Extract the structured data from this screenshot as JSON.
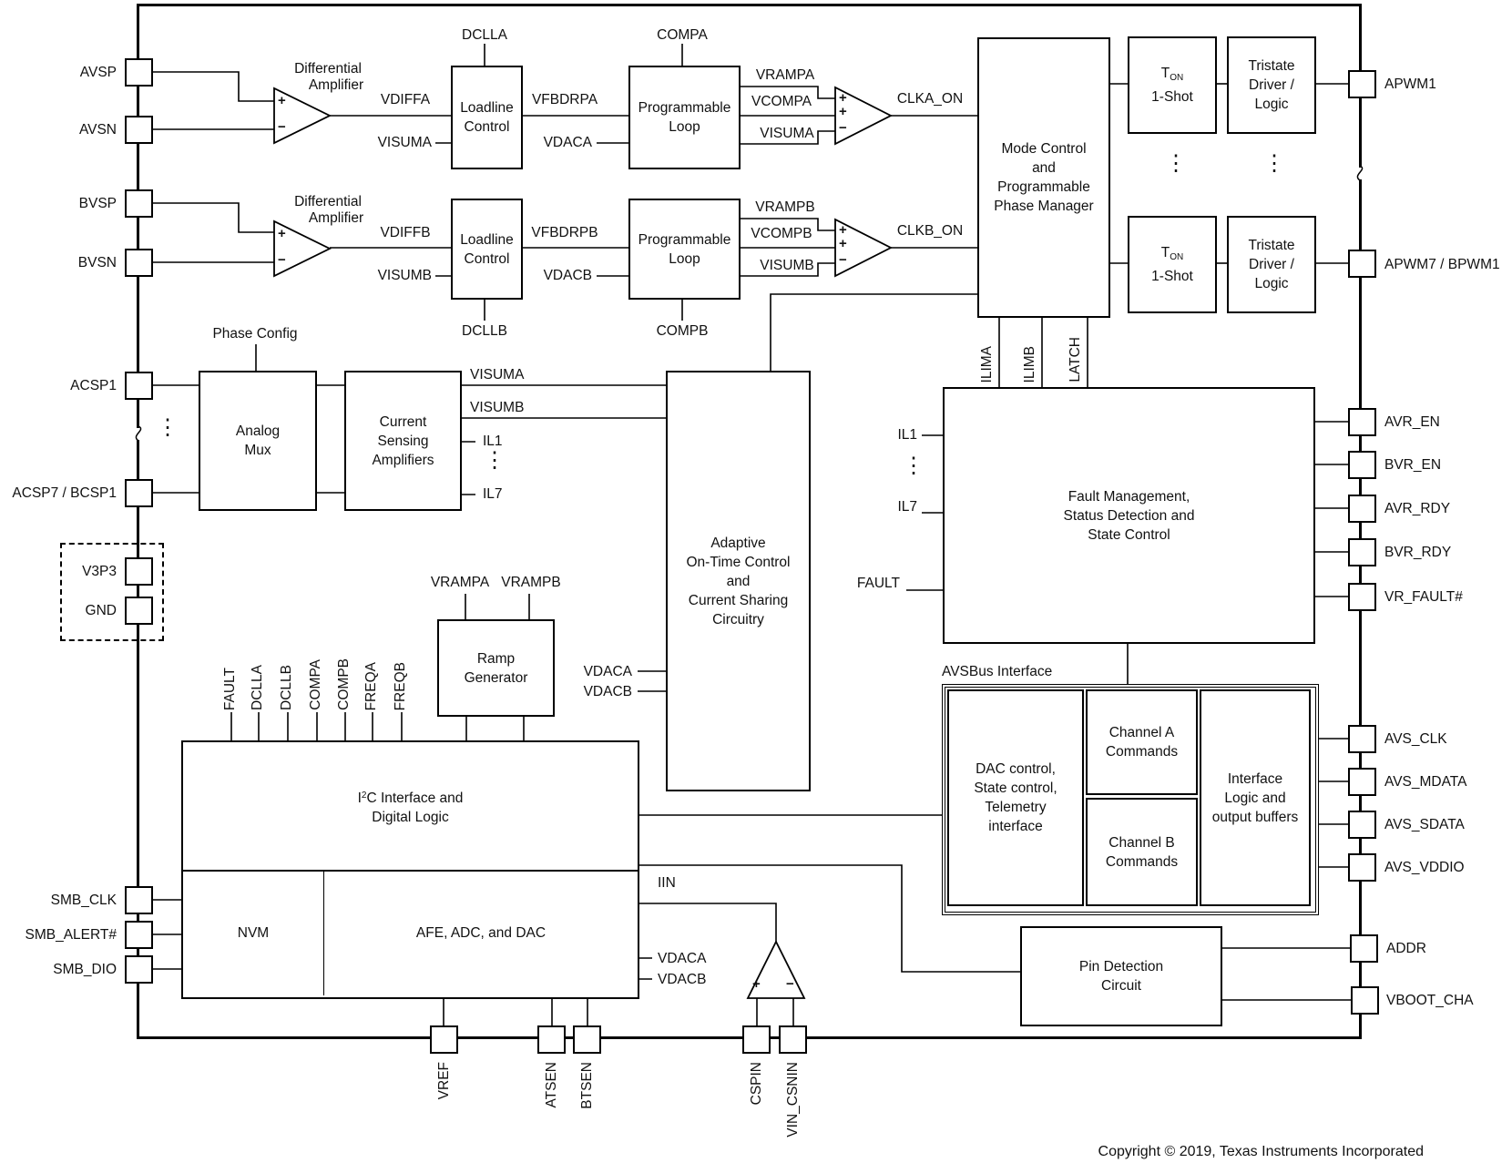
{
  "colors": {
    "line": "#000000",
    "background": "#ffffff"
  },
  "footer": {
    "copyright": "Copyright © 2019, Texas Instruments Incorporated"
  },
  "glyphs": {
    "vdots": "⋮",
    "plus": "+",
    "minus": "−"
  },
  "pins": {
    "left": [
      "AVSP",
      "AVSN",
      "BVSP",
      "BVSN",
      "ACSP1",
      "ACSP7 / BCSP1",
      "V3P3",
      "GND",
      "SMB_CLK",
      "SMB_ALERT#",
      "SMB_DIO"
    ],
    "right": [
      "APWM1",
      "APWM7 / BPWM1",
      "AVR_EN",
      "BVR_EN",
      "AVR_RDY",
      "BVR_RDY",
      "VR_FAULT#",
      "AVS_CLK",
      "AVS_MDATA",
      "AVS_SDATA",
      "AVS_VDDIO",
      "ADDR",
      "VBOOT_CHA"
    ],
    "bottom": [
      "VREF",
      "ATSEN",
      "BTSEN",
      "CSPIN",
      "VIN_CSNIN"
    ]
  },
  "signals": {
    "dclla": "DCLLA",
    "compa": "COMPA",
    "dcllb": "DCLLB",
    "compb": "COMPB",
    "vdiffa": "VDIFFA",
    "vdiffb": "VDIFFB",
    "vfbdrpa": "VFBDRPA",
    "vfbdrpb": "VFBDRPB",
    "visuma": "VISUMA",
    "visumb": "VISUMB",
    "vdaca": "VDACA",
    "vdacb": "VDACB",
    "vrampa": "VRAMPA",
    "vrampb": "VRAMPB",
    "vcompa": "VCOMPA",
    "vcompb": "VCOMPB",
    "clka_on": "CLKA_ON",
    "clkb_on": "CLKB_ON",
    "ilima": "ILIMA",
    "ilimb": "ILIMB",
    "latch": "LATCH",
    "il1": "IL1",
    "il7": "IL7",
    "fault": "FAULT",
    "iin": "IIN",
    "phase_config": "Phase Config",
    "freqa": "FREQA",
    "freqb": "FREQB"
  },
  "blocks": {
    "diff_amp": {
      "line1": "Differential",
      "line2": "Amplifier"
    },
    "loadline": {
      "line1": "Loadline",
      "line2": "Control"
    },
    "prog_loop": {
      "line1": "Programmable",
      "line2": "Loop"
    },
    "mode_control": {
      "l1": "Mode Control",
      "l2": "and",
      "l3": "Programmable",
      "l4": "Phase Manager"
    },
    "ton": {
      "main": "T",
      "sub": "ON",
      "line2": "1-Shot"
    },
    "tristate": {
      "l1": "Tristate",
      "l2": "Driver /",
      "l3": "Logic"
    },
    "analog_mux": {
      "l1": "Analog",
      "l2": "Mux"
    },
    "csa": {
      "l1": "Current",
      "l2": "Sensing",
      "l3": "Amplifiers"
    },
    "adaptive": {
      "l1": "Adaptive",
      "l2": "On-Time Control",
      "l3": "and",
      "l4": "Current Sharing",
      "l5": "Circuitry"
    },
    "fault_mgmt": {
      "l1": "Fault Management,",
      "l2": "Status Detection and",
      "l3": "State Control"
    },
    "ramp": {
      "l1": "Ramp",
      "l2": "Generator"
    },
    "i2c": {
      "pre": "I",
      "sup": "2",
      "rest": "C Interface and",
      "line2": "Digital Logic"
    },
    "nvm": {
      "label": "NVM"
    },
    "afe": {
      "label": "AFE, ADC, and DAC"
    },
    "avsbus": {
      "title": "AVSBus Interface",
      "dac": {
        "l1": "DAC control,",
        "l2": "State control,",
        "l3": "Telemetry",
        "l4": "interface"
      },
      "cha": {
        "l1": "Channel A",
        "l2": "Commands"
      },
      "chb": {
        "l1": "Channel B",
        "l2": "Commands"
      },
      "iface": {
        "l1": "Interface",
        "l2": "Logic and",
        "l3": "output buffers"
      }
    },
    "pin_detect": {
      "l1": "Pin Detection",
      "l2": "Circuit"
    }
  }
}
